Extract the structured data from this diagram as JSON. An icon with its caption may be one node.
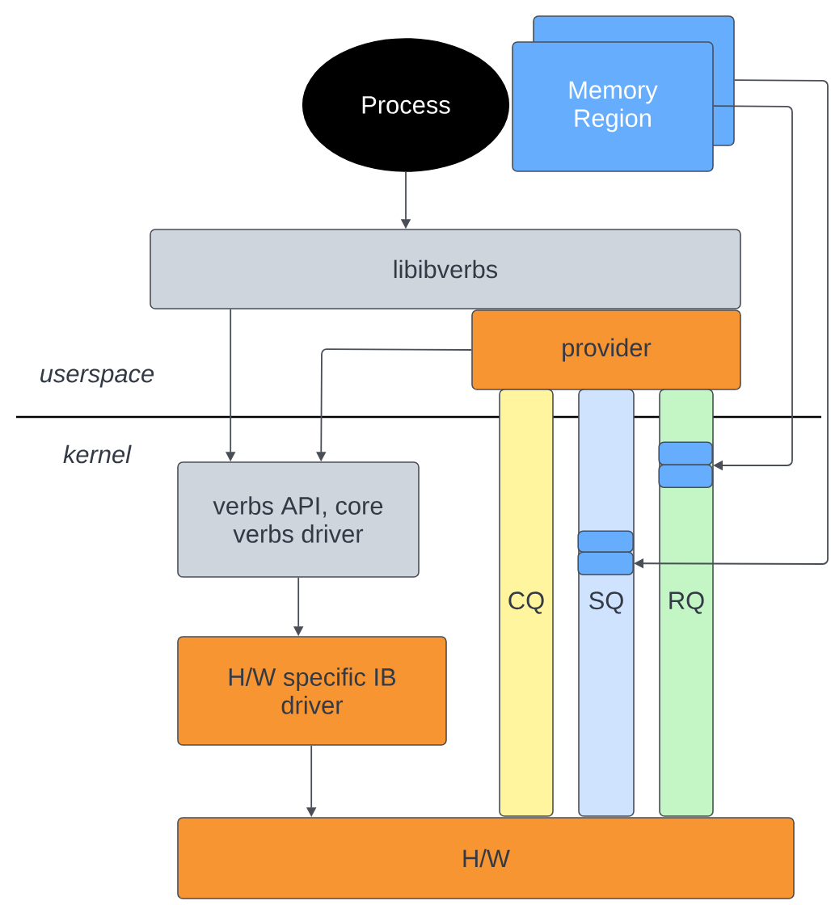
{
  "diagram": {
    "nodes": [
      {
        "text": [
          "Process"
        ]
      },
      {
        "text": [],
        "shape": "box"
      },
      {
        "text": [
          "Memory Region"
        ]
      },
      {
        "text": [
          "libibverbs"
        ]
      },
      {
        "text": [
          "provider"
        ]
      },
      {
        "text": [
          "verbs API, core verbs driver"
        ]
      },
      {
        "text": [
          "H/W specific IB driver"
        ]
      },
      {
        "text": [
          "H/W"
        ]
      },
      {
        "text": [
          "CQ"
        ]
      },
      {
        "text": [
          "SQ"
        ]
      },
      {
        "text": [
          "RQ"
        ]
      },
      {
        "text": [],
        "shape": "box",
        "in": 10
      },
      {
        "text": [],
        "shape": "box",
        "in": 10
      },
      {
        "text": [],
        "shape": "box",
        "in": 9
      },
      {
        "text": [],
        "shape": "box",
        "in": 9
      }
    ],
    "edges": [
      {
        "from": 0,
        "to": 3,
        "arrow": "to"
      },
      {
        "from": 3,
        "to": 5,
        "arrow": "to"
      },
      {
        "from": 4,
        "to": 5,
        "arrow": "to"
      },
      {
        "from": 5,
        "to": 6,
        "arrow": "to"
      },
      {
        "from": 6,
        "to": 7,
        "arrow": "to"
      },
      {
        "from": 1,
        "to": 14,
        "arrow": "to"
      },
      {
        "from": 2,
        "to": 11,
        "arrow": "to"
      }
    ],
    "labels": [
      "userspace",
      "kernel"
    ]
  }
}
